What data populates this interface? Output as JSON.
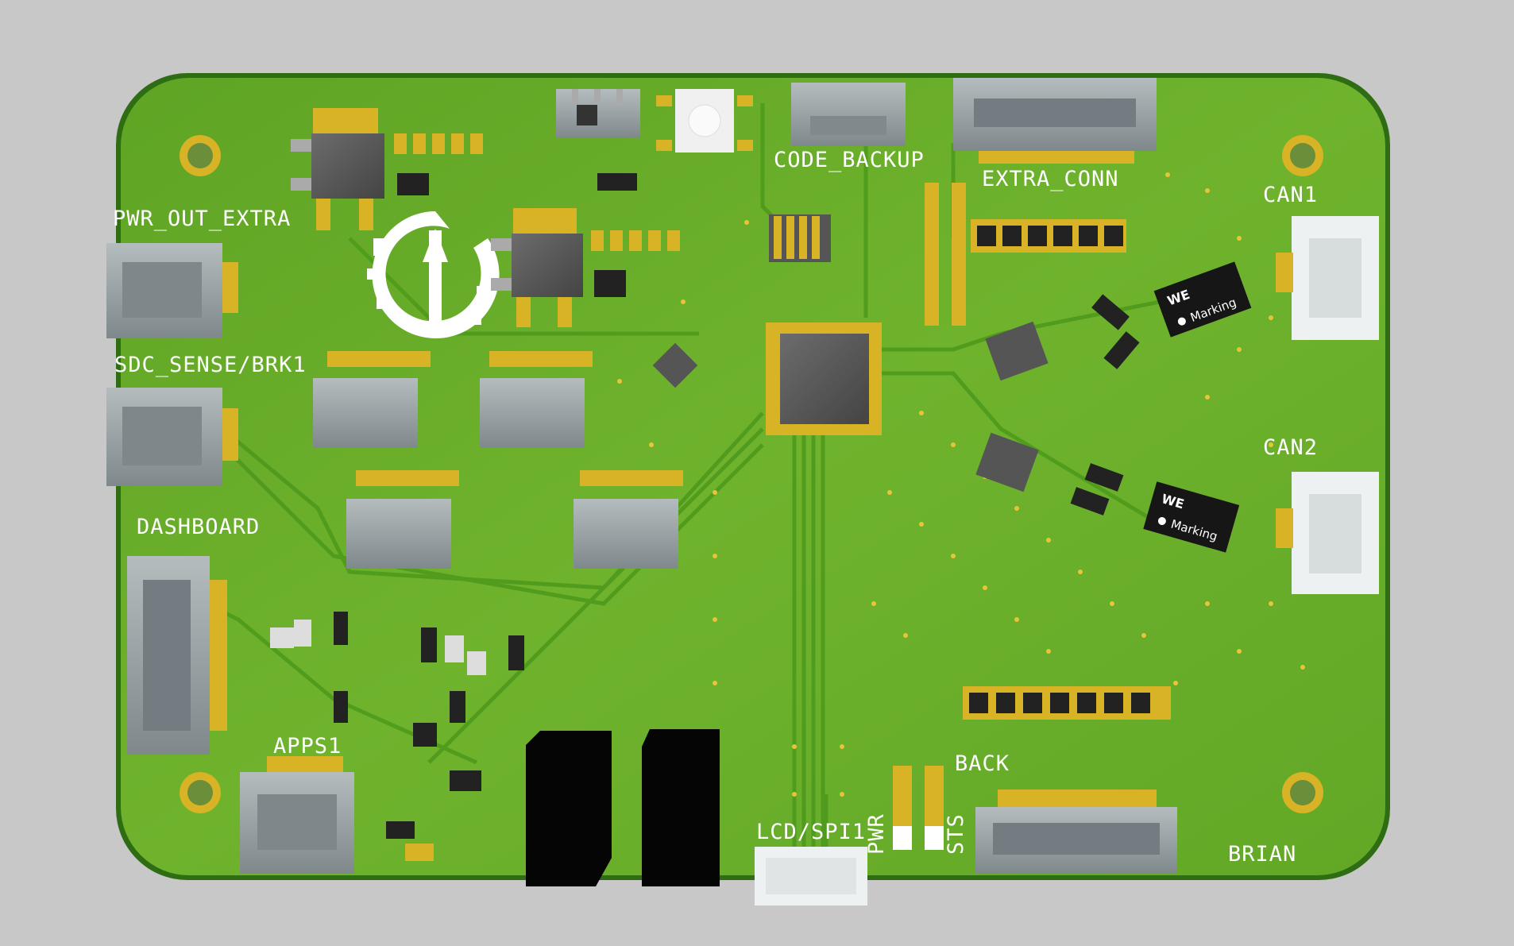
{
  "board": {
    "labels": {
      "pwr_out_extra": "PWR_OUT_EXTRA",
      "sdc_sense_brk1": "SDC_SENSE/BRK1",
      "dashboard": "DASHBOARD",
      "apps1": "APPS1",
      "code_backup": "CODE_BACKUP",
      "extra_conn": "EXTRA_CONN",
      "can1": "CAN1",
      "can2": "CAN2",
      "lcd_spi1": "LCD/SPI1",
      "back": "BACK",
      "brian": "BRIAN",
      "pwr": "PWR",
      "sts": "STS"
    },
    "transceivers": [
      {
        "brand": "WE",
        "marking": "Marking"
      },
      {
        "brand": "WE",
        "marking": "Marking"
      }
    ],
    "colors": {
      "background": "#c8c8c8",
      "pcb": "#6aad2a",
      "pcb_edge": "#2e6a12",
      "trace": "#4f9a1e",
      "pad_gold": "#d9b21f",
      "connector_grey": "#9aa3a6",
      "ic_body": "#5a5a5a",
      "silkscreen": "#ffffff"
    }
  }
}
